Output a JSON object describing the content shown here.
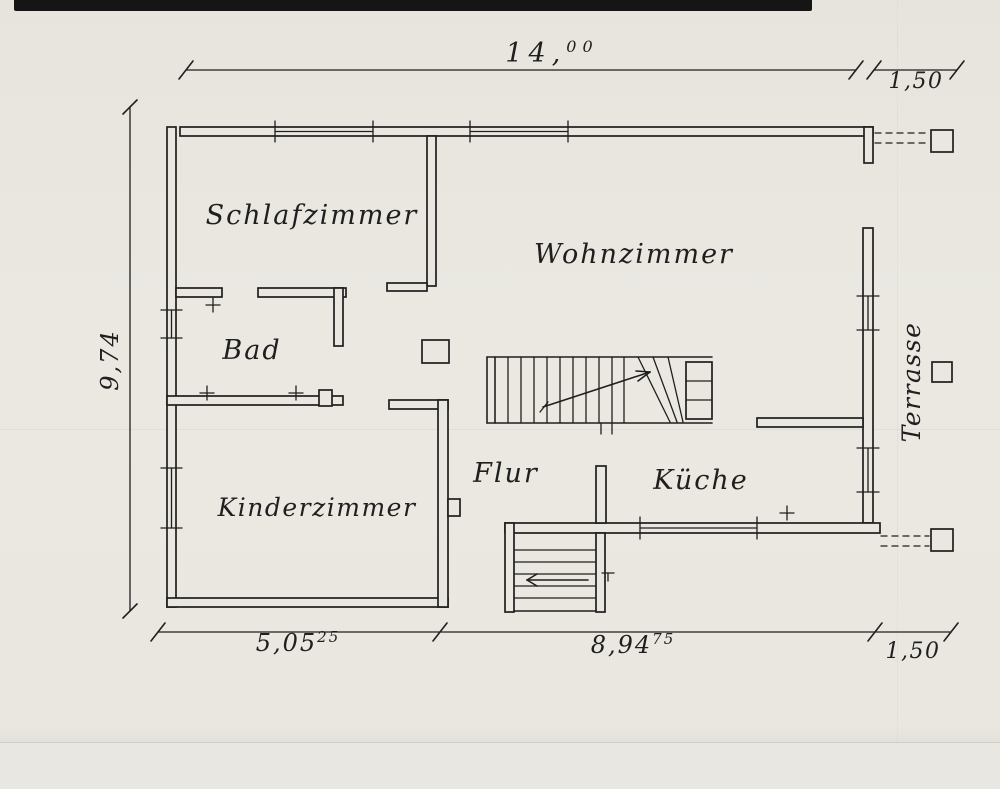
{
  "page": {
    "paper_color": "#eae7e0",
    "ink_color": "#1f1f1f",
    "scan_bar_color": "#151515"
  },
  "rooms": {
    "schlafzimmer": {
      "label": "Schlafzimmer"
    },
    "wohnzimmer": {
      "label": "Wohnzimmer"
    },
    "bad": {
      "label": "Bad"
    },
    "kinderzimmer": {
      "label": "Kinderzimmer"
    },
    "flur": {
      "label": "Flur"
    },
    "kueche": {
      "label": "Küche"
    },
    "terrasse": {
      "label": "Terrasse"
    }
  },
  "dimensions": {
    "top_width": {
      "main": "14,",
      "sup": "00"
    },
    "top_right_width": "1,50",
    "left_height": "9,74",
    "bottom_left_width": {
      "main": "5,05",
      "sup": "25"
    },
    "bottom_mid_width": {
      "main": "8,94",
      "sup": "75"
    },
    "bottom_right_width": "1,50"
  }
}
